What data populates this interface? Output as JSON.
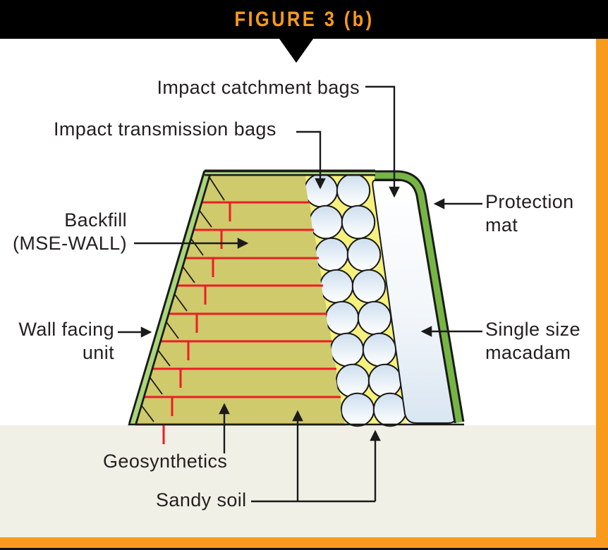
{
  "header": {
    "title": "FIGURE 3 (b)"
  },
  "labels": {
    "impact_catchment_bags": "Impact catchment bags",
    "impact_transmission_bags": "Impact transmission bags",
    "backfill": [
      "Backfill",
      "(MSE-WALL)"
    ],
    "wall_facing_unit": [
      "Wall facing",
      "unit"
    ],
    "protection_mat": [
      "Protection",
      "mat"
    ],
    "single_size_macadam": [
      "Single size",
      "macadam"
    ],
    "geosynthetics": "Geosynthetics",
    "sandy_soil": "Sandy soil"
  },
  "colors": {
    "accent_orange": "#F89B1C",
    "header_black": "#000000",
    "backfill_olive": "#CFCA6C",
    "bag_zone_yellow": "#F6F17D",
    "wall_facing_green": "#A9D578",
    "protection_mat_green": "#76B544",
    "geosynthetic_red": "#EE1C24",
    "ground_beige": "#F1F0E7",
    "bag_fill_blue": "#D9E6F1",
    "text_ink": "#231F20"
  }
}
